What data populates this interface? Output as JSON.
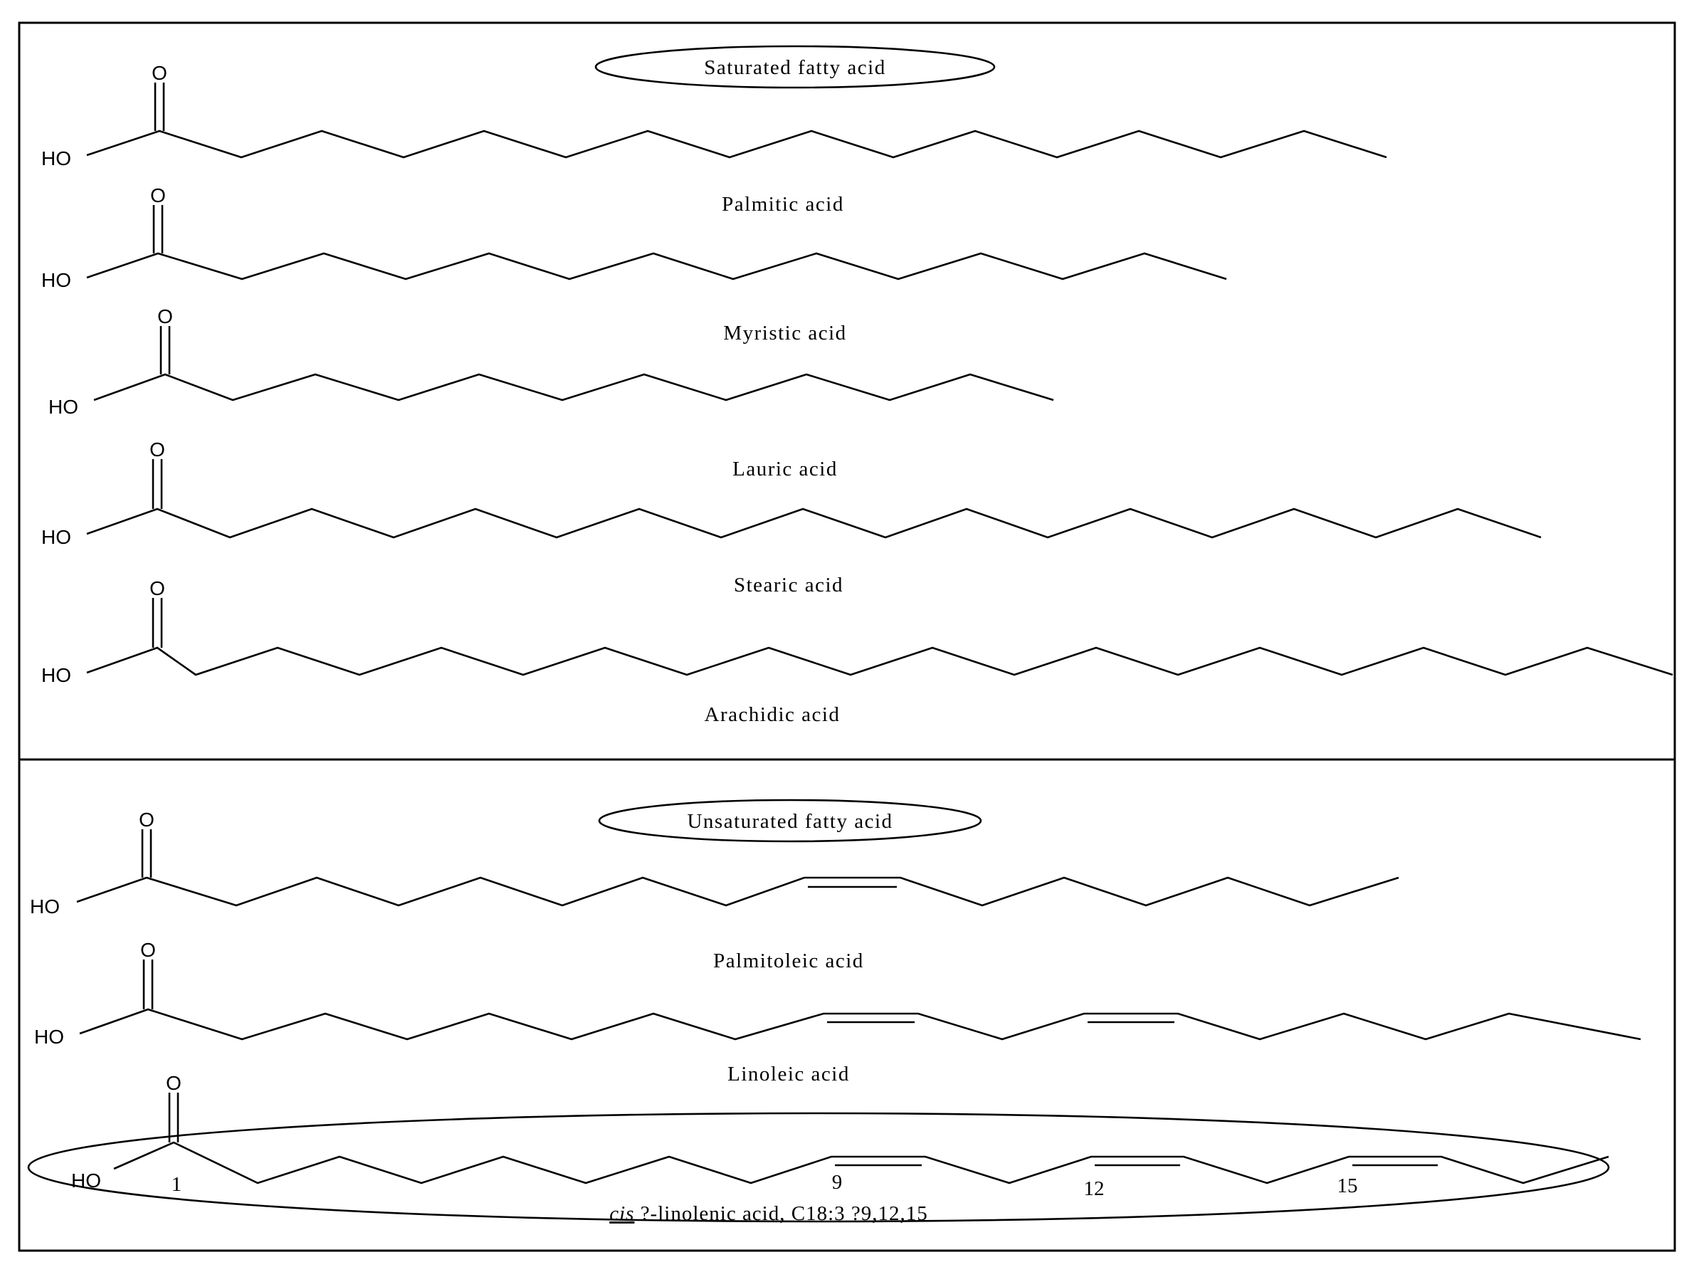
{
  "sections": {
    "saturated": {
      "title": "Saturated fatty acid"
    },
    "unsaturated": {
      "title": "Unsaturated fatty acid"
    }
  },
  "atoms": {
    "hydroxyl": "HO",
    "carbonyl_oxygen": "O"
  },
  "molecules": [
    {
      "name": "Palmitic acid"
    },
    {
      "name": "Myristic acid"
    },
    {
      "name": "Lauric acid"
    },
    {
      "name": "Stearic acid"
    },
    {
      "name": "Arachidic acid"
    },
    {
      "name": "Palmitoleic acid"
    },
    {
      "name": "Linoleic acid"
    },
    {
      "name_prefix": "cis",
      "name_rest": " ?-linolenic acid, C18:3 ?9,12,15",
      "carbon_labels": [
        "1",
        "9",
        "12",
        "15"
      ]
    }
  ]
}
